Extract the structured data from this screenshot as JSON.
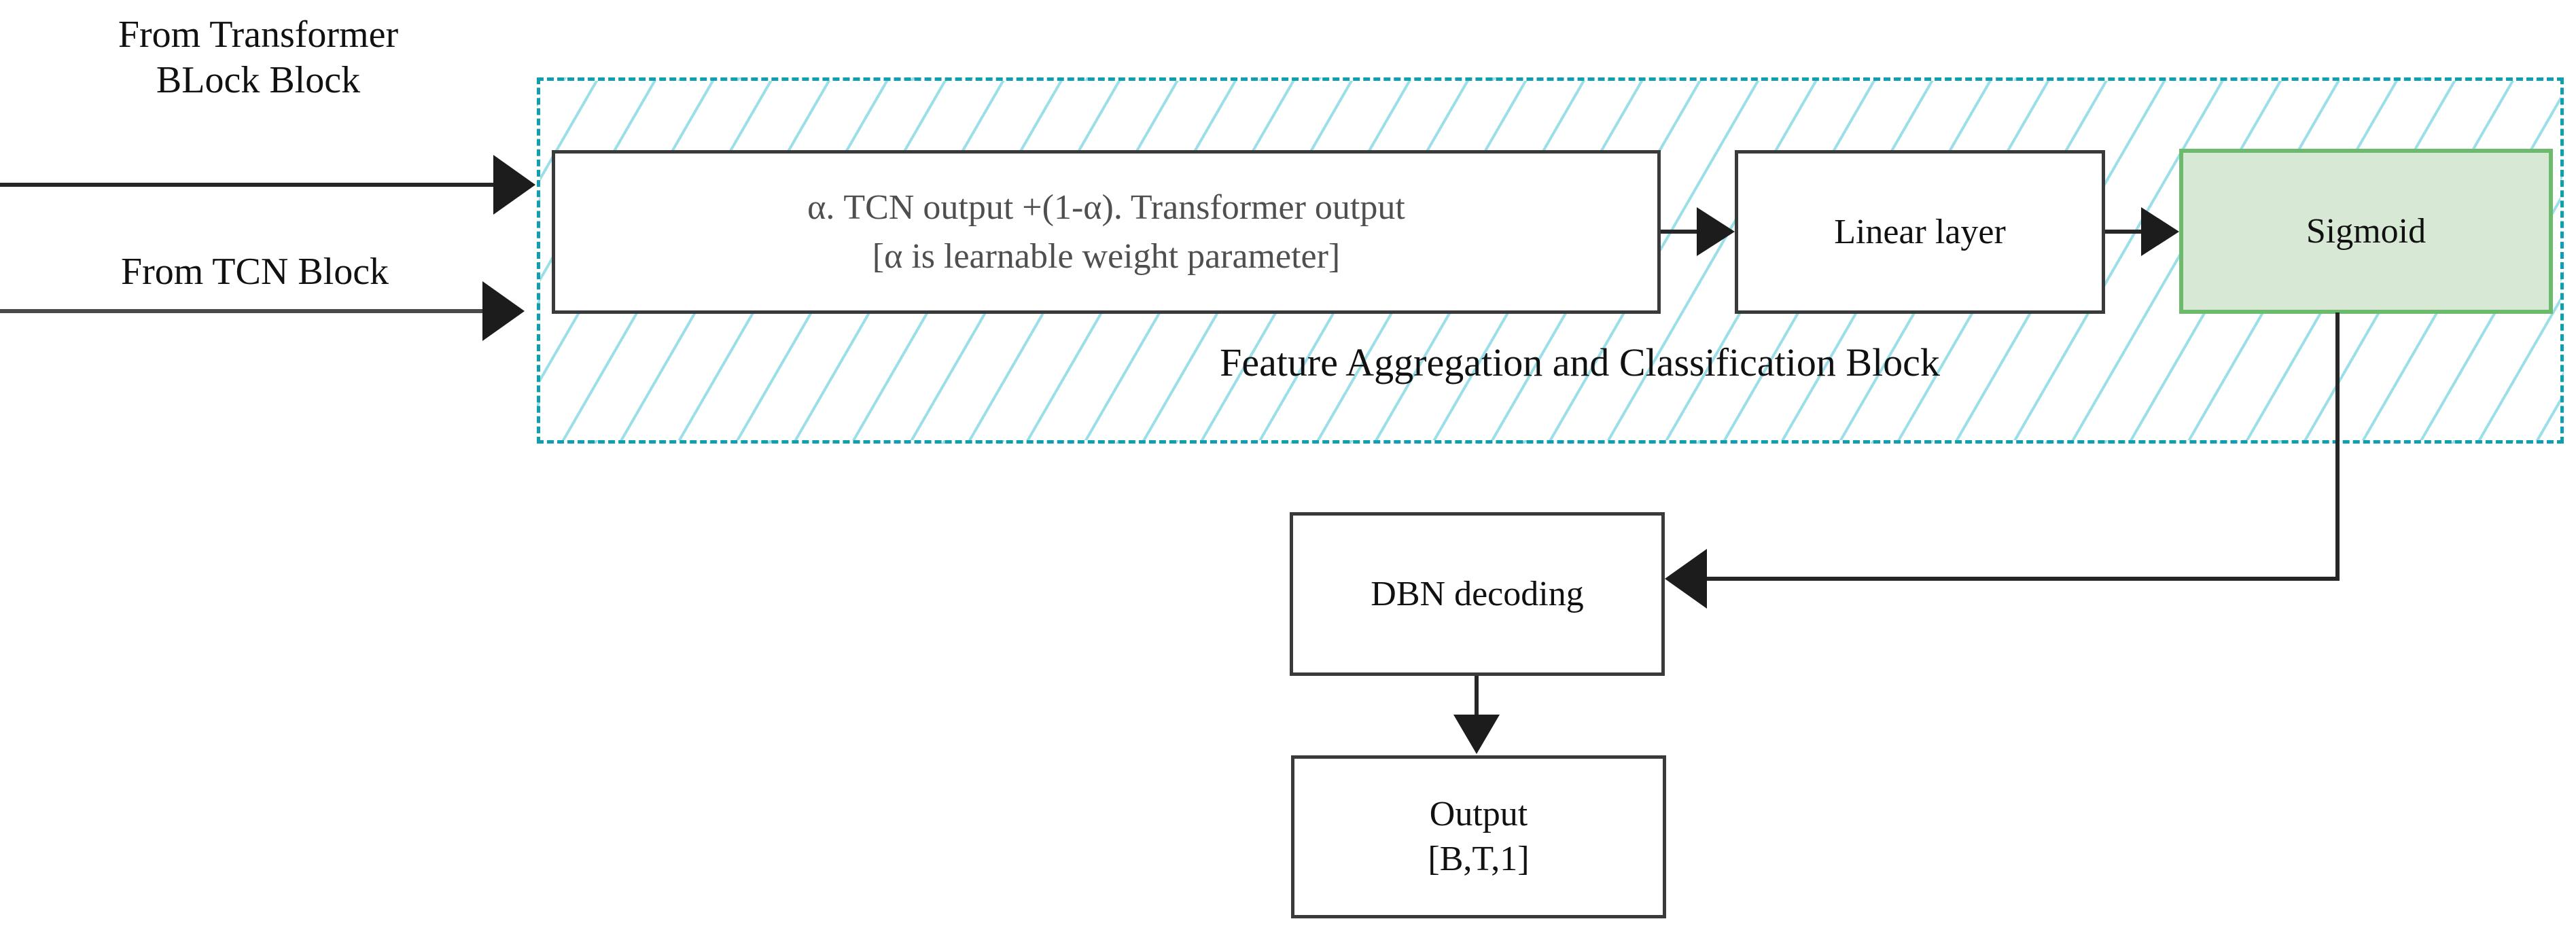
{
  "diagram": {
    "external_labels": {
      "from_transformer": "From Transformer BLock Block",
      "from_tcn": "From TCN Block"
    },
    "region": {
      "caption": "Feature Aggregation and Classification Block"
    },
    "nodes": {
      "aggregation": {
        "line1": "α. TCN output +(1-α). Transformer output",
        "line2": "[α is learnable weight parameter]"
      },
      "linear": {
        "label": "Linear layer"
      },
      "sigmoid": {
        "label": "Sigmoid"
      },
      "dbn": {
        "label": "DBN decoding"
      },
      "output": {
        "line1": "Output",
        "line2": "[B,T,1]"
      }
    },
    "colors": {
      "region_border": "#0f9fae",
      "region_hatch": "#9adee7",
      "sigmoid_fill": "#d7e9d5",
      "sigmoid_border": "#6cba6c",
      "node_border": "#3a3a3a",
      "formula_text": "#4f4f4f",
      "label_text": "#111111",
      "connector": "#262626"
    }
  }
}
